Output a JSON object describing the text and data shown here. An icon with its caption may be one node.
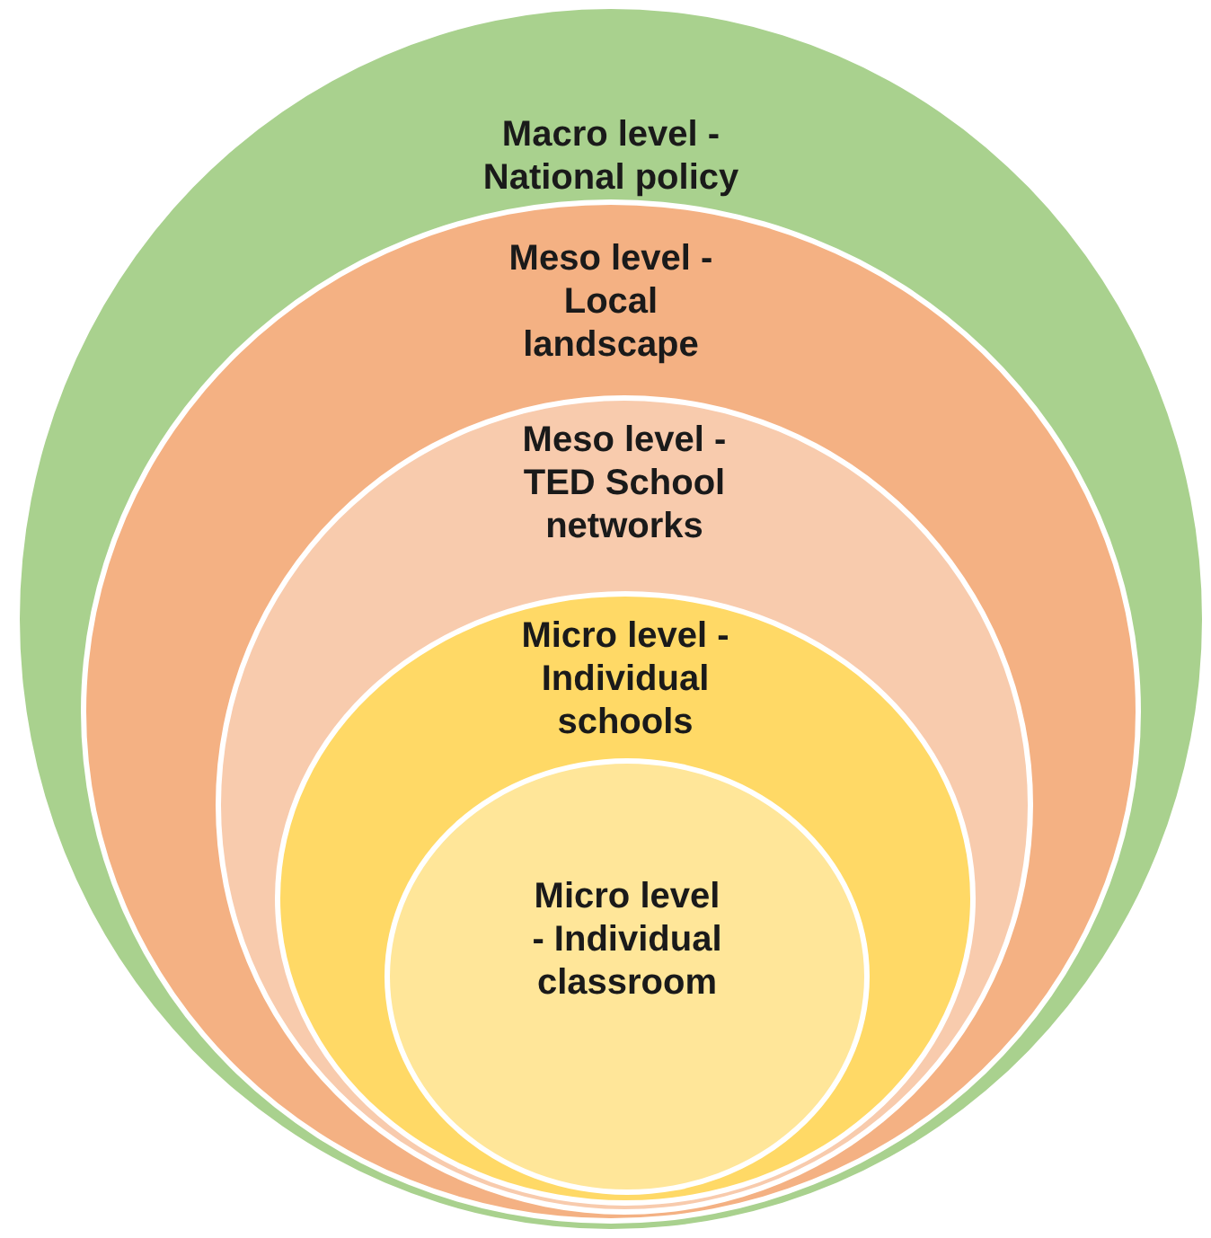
{
  "diagram": {
    "nodes": [
      {
        "text": [
          "Macro level - National policy"
        ]
      },
      {
        "text": [
          "Meso level - Local landscape"
        ],
        "in": 0
      },
      {
        "text": [
          "Meso level - TED School networks"
        ],
        "in": 1
      },
      {
        "text": [
          "Micro level - Individual schools"
        ],
        "in": 2
      },
      {
        "text": [
          "Micro level - Individual classroom"
        ],
        "in": 3
      }
    ],
    "edges": []
  }
}
